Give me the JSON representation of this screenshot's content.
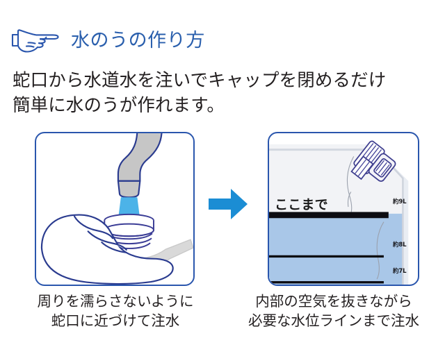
{
  "header": {
    "icon": "pointing-hand-right-icon",
    "title": "水のうの作り方",
    "title_color": "#2a5fad"
  },
  "lead": {
    "line1": "蛇口から水道水を注いでキャップを閉めるだけ",
    "line2": "簡単に水のうが作れます。"
  },
  "steps": [
    {
      "id": "step-fill",
      "illustration": "hand-holding-bag-under-faucet",
      "caption_line1": "周りを濡らさないように",
      "caption_line2": "蛇口に近づけて注水"
    },
    {
      "id": "step-level",
      "illustration": "water-bag-with-level-lines",
      "caption_line1": "内部の空気を抜きながら",
      "caption_line2": "必要な水位ラインまで注水"
    }
  ],
  "arrow": {
    "direction": "right",
    "color": "#1b8dd4"
  },
  "bag": {
    "here_label": "ここまで",
    "levels": [
      {
        "label": "約9L",
        "highlight": true
      },
      {
        "label": "約8L",
        "highlight": false
      },
      {
        "label": "約7L",
        "highlight": false
      }
    ],
    "water_color": "#a9c7e8",
    "outline_color": "#2a56ad",
    "cap_color": "#5b5ea6"
  },
  "colors": {
    "panel_border": "#2a56ad",
    "faucet_gray": "#c6c6c6",
    "water_stream": "#4cb3e8",
    "text": "#231f20"
  }
}
